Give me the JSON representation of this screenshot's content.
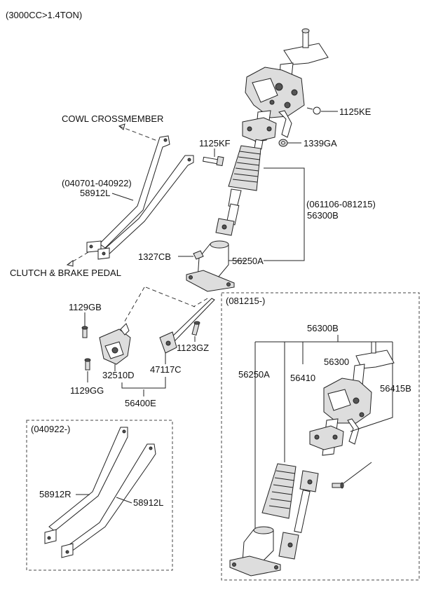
{
  "header": {
    "spec": "(3000CC>1.4TON)"
  },
  "labels": {
    "cowl_crossmember": "COWL CROSSMEMBER",
    "clutch_brake_pedal": "CLUTCH & BRAKE  PEDAL",
    "date_040701": "(040701-040922)",
    "p58912L_top": "58912L",
    "p1125KE": "1125KE",
    "p1125KF": "1125KF",
    "p1339GA": "1339GA",
    "date_061106": "(061106-081215)",
    "p56300B_top": "56300B",
    "p1327CB": "1327CB",
    "p56250A_top": "56250A",
    "p1129GB": "1129GB",
    "p1123GZ": "1123GZ",
    "p32510D": "32510D",
    "p47117C": "47117C",
    "p1129GG": "1129GG",
    "p56400E": "56400E"
  },
  "box_left": {
    "date": "(040922-)",
    "p58912R": "58912R",
    "p58912L": "58912L"
  },
  "box_right": {
    "date": "(081215-)",
    "p56300B": "56300B",
    "p56250A": "56250A",
    "p56410": "56410",
    "p56300": "56300",
    "p56415B": "56415B"
  }
}
